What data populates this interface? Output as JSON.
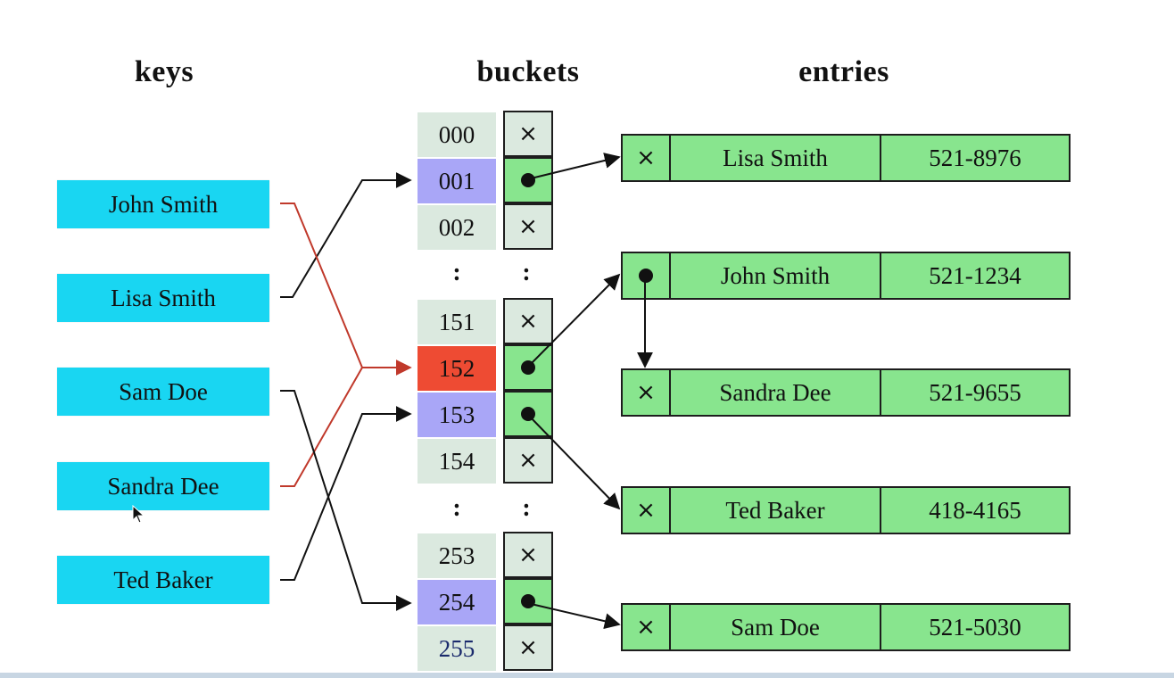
{
  "headings": {
    "keys": "keys",
    "buckets": "buckets",
    "entries": "entries"
  },
  "keys": [
    "John Smith",
    "Lisa Smith",
    "Sam Doe",
    "Sandra Dee",
    "Ted Baker"
  ],
  "buckets": [
    {
      "index": "000",
      "slot": "×"
    },
    {
      "index": "001",
      "slot": "•"
    },
    {
      "index": "002",
      "slot": "×"
    },
    {
      "index": "151",
      "slot": "×"
    },
    {
      "index": "152",
      "slot": "•"
    },
    {
      "index": "153",
      "slot": "•"
    },
    {
      "index": "154",
      "slot": "×"
    },
    {
      "index": "253",
      "slot": "×"
    },
    {
      "index": "254",
      "slot": "•"
    },
    {
      "index": "255",
      "slot": "×"
    }
  ],
  "ellipsis": ":",
  "entries": [
    {
      "next": "×",
      "name": "Lisa Smith",
      "phone": "521-8976"
    },
    {
      "next": "•",
      "name": "John Smith",
      "phone": "521-1234"
    },
    {
      "next": "×",
      "name": "Sandra Dee",
      "phone": "521-9655"
    },
    {
      "next": "×",
      "name": "Ted Baker",
      "phone": "418-4165"
    },
    {
      "next": "×",
      "name": "Sam Doe",
      "phone": "521-5030"
    }
  ],
  "colors": {
    "key": "#19d6f2",
    "bucket_plain": "#dbe9df",
    "bucket_hashed": "#a9a6f7",
    "bucket_collision": "#ee4b33",
    "slot": "#88e58e",
    "entry": "#88e58e",
    "arrow": "#111111",
    "collision_arrow": "#c0392b"
  }
}
